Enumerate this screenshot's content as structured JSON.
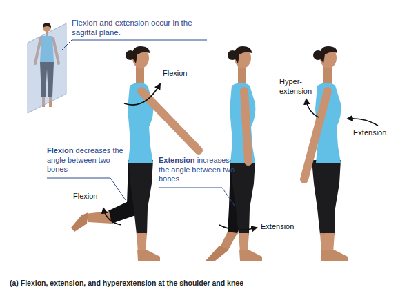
{
  "diagram": {
    "caption": "(a) Flexion, extension, and hyperextension at the shoulder and knee",
    "labels": [
      "Flexion and extension occur in the sagittal plane.",
      "Flexion",
      "Flexion decreases the angle between two bones",
      "Flexion",
      "Extension increases the angle between two bones",
      "Extension",
      "Hyper- extension",
      "Extension"
    ]
  }
}
